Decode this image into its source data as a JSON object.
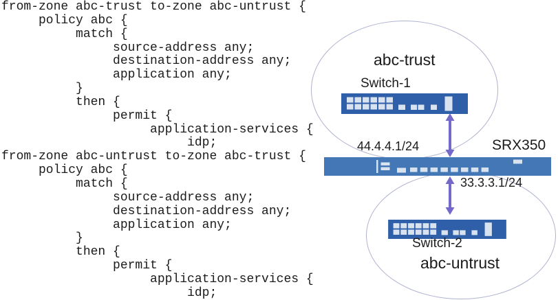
{
  "config": {
    "lines": [
      "from-zone abc-trust to-zone abc-untrust {",
      "     policy abc {",
      "          match {",
      "               source-address any;",
      "               destination-address any;",
      "               application any;",
      "          }",
      "          then {",
      "               permit {",
      "                    application-services {",
      "                         idp;",
      "from-zone abc-untrust to-zone abc-trust {",
      "     policy abc {",
      "          match {",
      "               source-address any;",
      "               destination-address any;",
      "               application any;",
      "          }",
      "          then {",
      "               permit {",
      "                    application-services {",
      "                         idp;"
    ]
  },
  "diagram": {
    "trust_zone_label": "abc-trust",
    "untrust_zone_label": "abc-untrust",
    "switch1_label": "Switch-1",
    "switch2_label": "Switch-2",
    "srx_label": "SRX350",
    "trust_ip": "44.4.4.1/24",
    "untrust_ip": "33.3.3.1/24",
    "colors": {
      "switch_body": "#2f5fa9",
      "srx_body": "#4377b5",
      "port_fill": "#d9e3f0",
      "arrow": "#7468ca",
      "ellipse_stroke": "#aeb2d0",
      "text": "#1b1b1b"
    }
  }
}
